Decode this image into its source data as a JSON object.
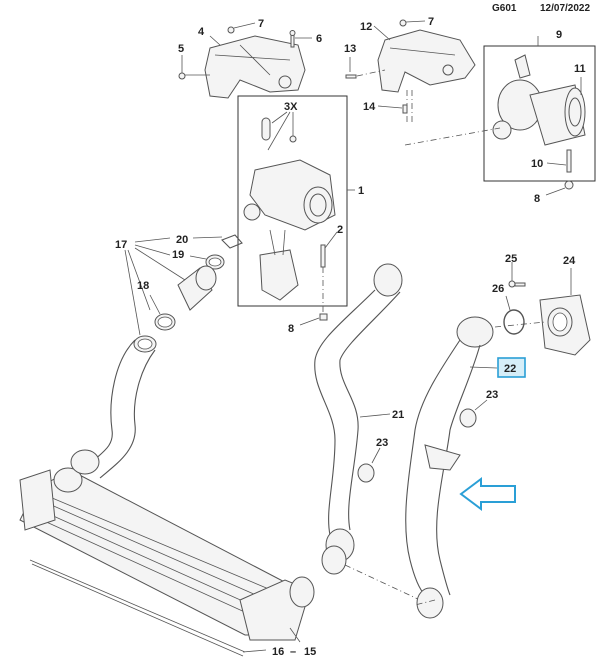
{
  "header": {
    "figure_id": "G601",
    "date": "12/07/2022"
  },
  "callouts": {
    "c1": "1",
    "c2": "2",
    "c3x": "3X",
    "c4": "4",
    "c5": "5",
    "c6": "6",
    "c7a": "7",
    "c7b": "7",
    "c8a": "8",
    "c8b": "8",
    "c9": "9",
    "c10": "10",
    "c11": "11",
    "c12": "12",
    "c13": "13",
    "c14": "14",
    "c15": "15",
    "c16": "16",
    "c17": "17",
    "c18": "18",
    "c19": "19",
    "c20": "20",
    "c21": "21",
    "c22": "22",
    "c23a": "23",
    "c23b": "23",
    "c24": "24",
    "c25": "25",
    "c26": "26",
    "range_sep": "–"
  },
  "highlight": {
    "part": "22",
    "color": "#2a9fd6",
    "fill": "#d6eef8"
  },
  "indicator": {
    "icon": "arrow-left-icon",
    "color": "#2a9fd6"
  }
}
